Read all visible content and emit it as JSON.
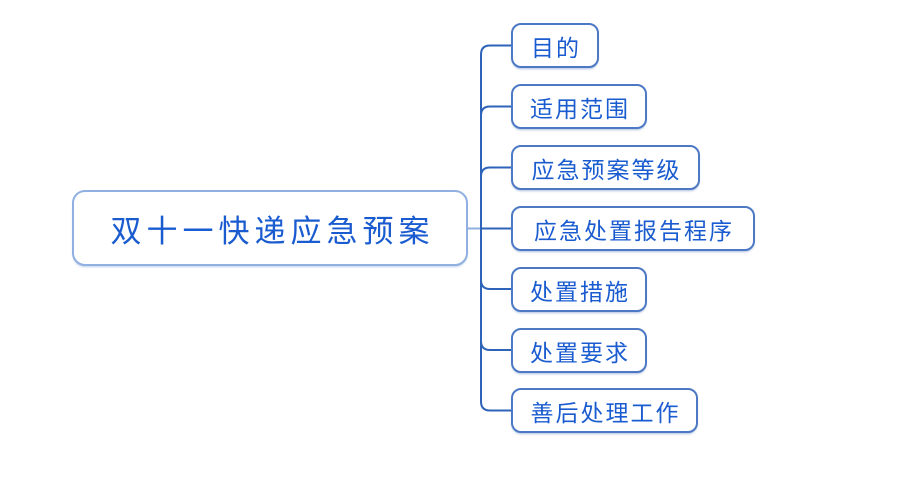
{
  "root": {
    "label": "双十一快递应急预案"
  },
  "topics": [
    {
      "label": "目的"
    },
    {
      "label": "适用范围"
    },
    {
      "label": "应急预案等级"
    },
    {
      "label": "应急处置报告程序"
    },
    {
      "label": "处置措施"
    },
    {
      "label": "处置要求"
    },
    {
      "label": "善后处理工作"
    }
  ],
  "colors": {
    "topic_text": "#1a5cd0",
    "branch_border": "#4d79c4",
    "central_border": "#8fb0e0",
    "connector_line": "#2d63b8",
    "connector_pale": "#8fb0e0",
    "background": "#ffffff"
  }
}
